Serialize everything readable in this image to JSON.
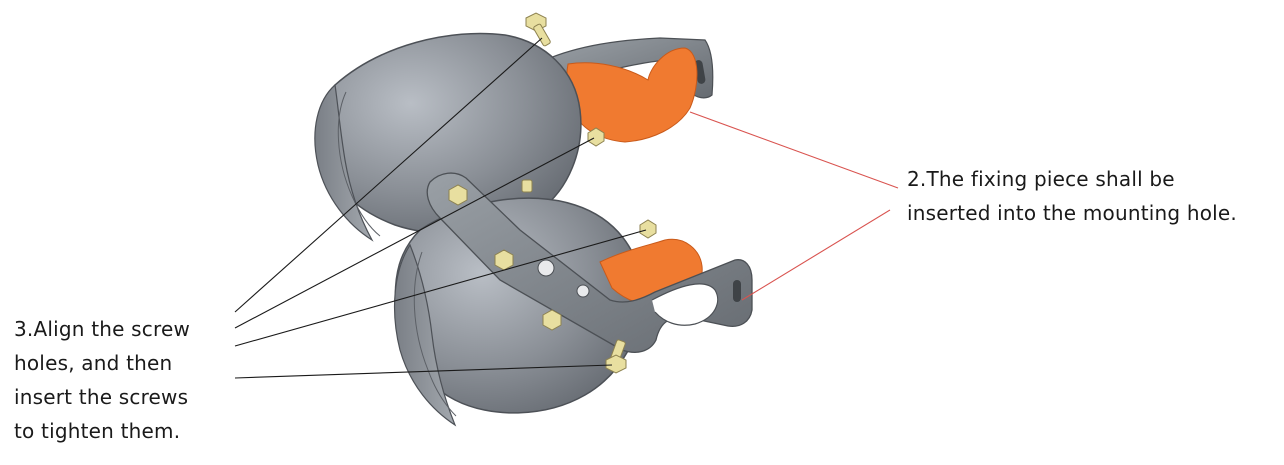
{
  "captions": {
    "fixing_piece": {
      "line1": "2.The fixing piece shall be",
      "line2": "inserted into the mounting hole."
    },
    "align_screws": {
      "line1": "3.Align the screw",
      "line2": "holes, and then",
      "line3": "insert the screws",
      "line4": "to tighten them."
    }
  },
  "colors": {
    "lamp_body": "#8a8f96",
    "bracket": "#7d8288",
    "fixing_piece": "#f07a30",
    "screw": "#e8dfa0",
    "leader_black": "#1a1a1a",
    "leader_red": "#d9534f"
  }
}
